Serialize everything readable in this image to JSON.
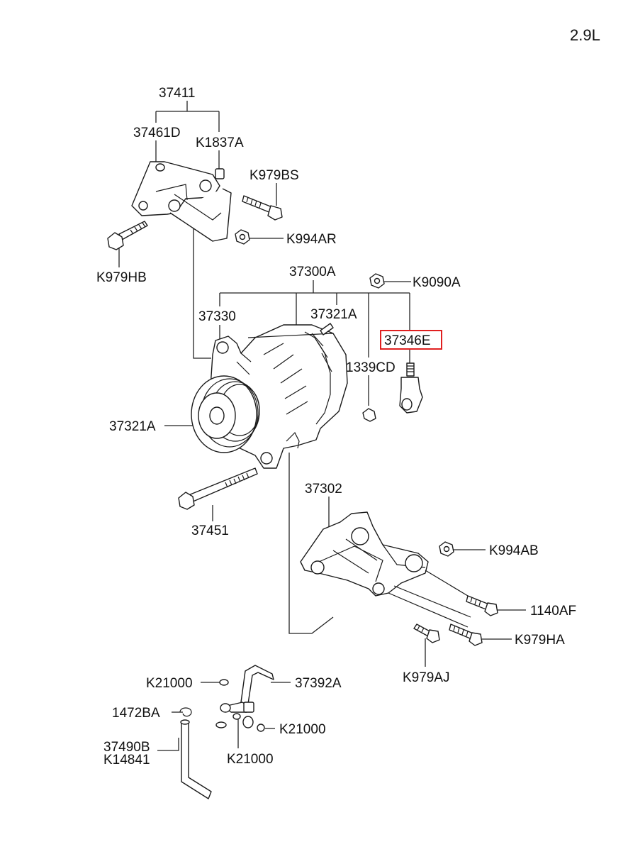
{
  "engine": "2.9L",
  "highlight_color": "#e02020",
  "labels": {
    "l37411": "37411",
    "l37461D": "37461D",
    "lK1837A": "K1837A",
    "lK979BS": "K979BS",
    "lK994AR": "K994AR",
    "lK979HB": "K979HB",
    "l37300A": "37300A",
    "lK9090A": "K9090A",
    "l37330": "37330",
    "l37321A_top": "37321A",
    "l37346E": "37346E",
    "l1339CD": "1339CD",
    "l37321A_left": "37321A",
    "l37302": "37302",
    "l37451": "37451",
    "lK994AB": "K994AB",
    "l1140AF": "1140AF",
    "lK979HA": "K979HA",
    "lK979AJ": "K979AJ",
    "lK21000_a": "K21000",
    "l37392A": "37392A",
    "l1472BA": "1472BA",
    "lK21000_b": "K21000",
    "l37490B": "37490B",
    "lK14841": "K14841",
    "lK21000_c": "K21000"
  }
}
